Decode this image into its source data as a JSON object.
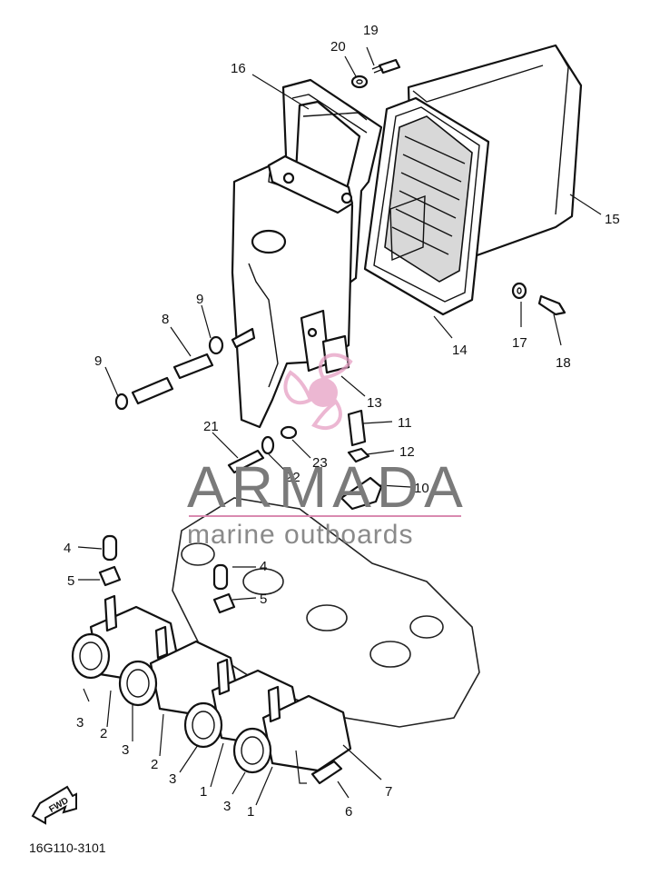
{
  "parts": [
    {
      "id": "1",
      "label": "1"
    },
    {
      "id": "2",
      "label": "2"
    },
    {
      "id": "3",
      "label": "3"
    },
    {
      "id": "4",
      "label": "4"
    },
    {
      "id": "5",
      "label": "5"
    },
    {
      "id": "6",
      "label": "6"
    },
    {
      "id": "7",
      "label": "7"
    },
    {
      "id": "8",
      "label": "8"
    },
    {
      "id": "9",
      "label": "9"
    },
    {
      "id": "10",
      "label": "10"
    },
    {
      "id": "11",
      "label": "11"
    },
    {
      "id": "12",
      "label": "12"
    },
    {
      "id": "13",
      "label": "13"
    },
    {
      "id": "14",
      "label": "14"
    },
    {
      "id": "15",
      "label": "15"
    },
    {
      "id": "16",
      "label": "16"
    },
    {
      "id": "17",
      "label": "17"
    },
    {
      "id": "18",
      "label": "18"
    },
    {
      "id": "19",
      "label": "19"
    },
    {
      "id": "20",
      "label": "20"
    },
    {
      "id": "21",
      "label": "21"
    },
    {
      "id": "22",
      "label": "22"
    },
    {
      "id": "23",
      "label": "23"
    }
  ],
  "watermark": {
    "brand": "ARMADA",
    "tagline": "marine outboards",
    "colors": {
      "text": "#7a7a7a",
      "line": "#d98ab0",
      "logo": "#e6a0c4"
    }
  },
  "forward_arrow": {
    "label": "FWD",
    "icon": "forward-arrow-icon"
  },
  "diagram_code": "16G110-3101"
}
